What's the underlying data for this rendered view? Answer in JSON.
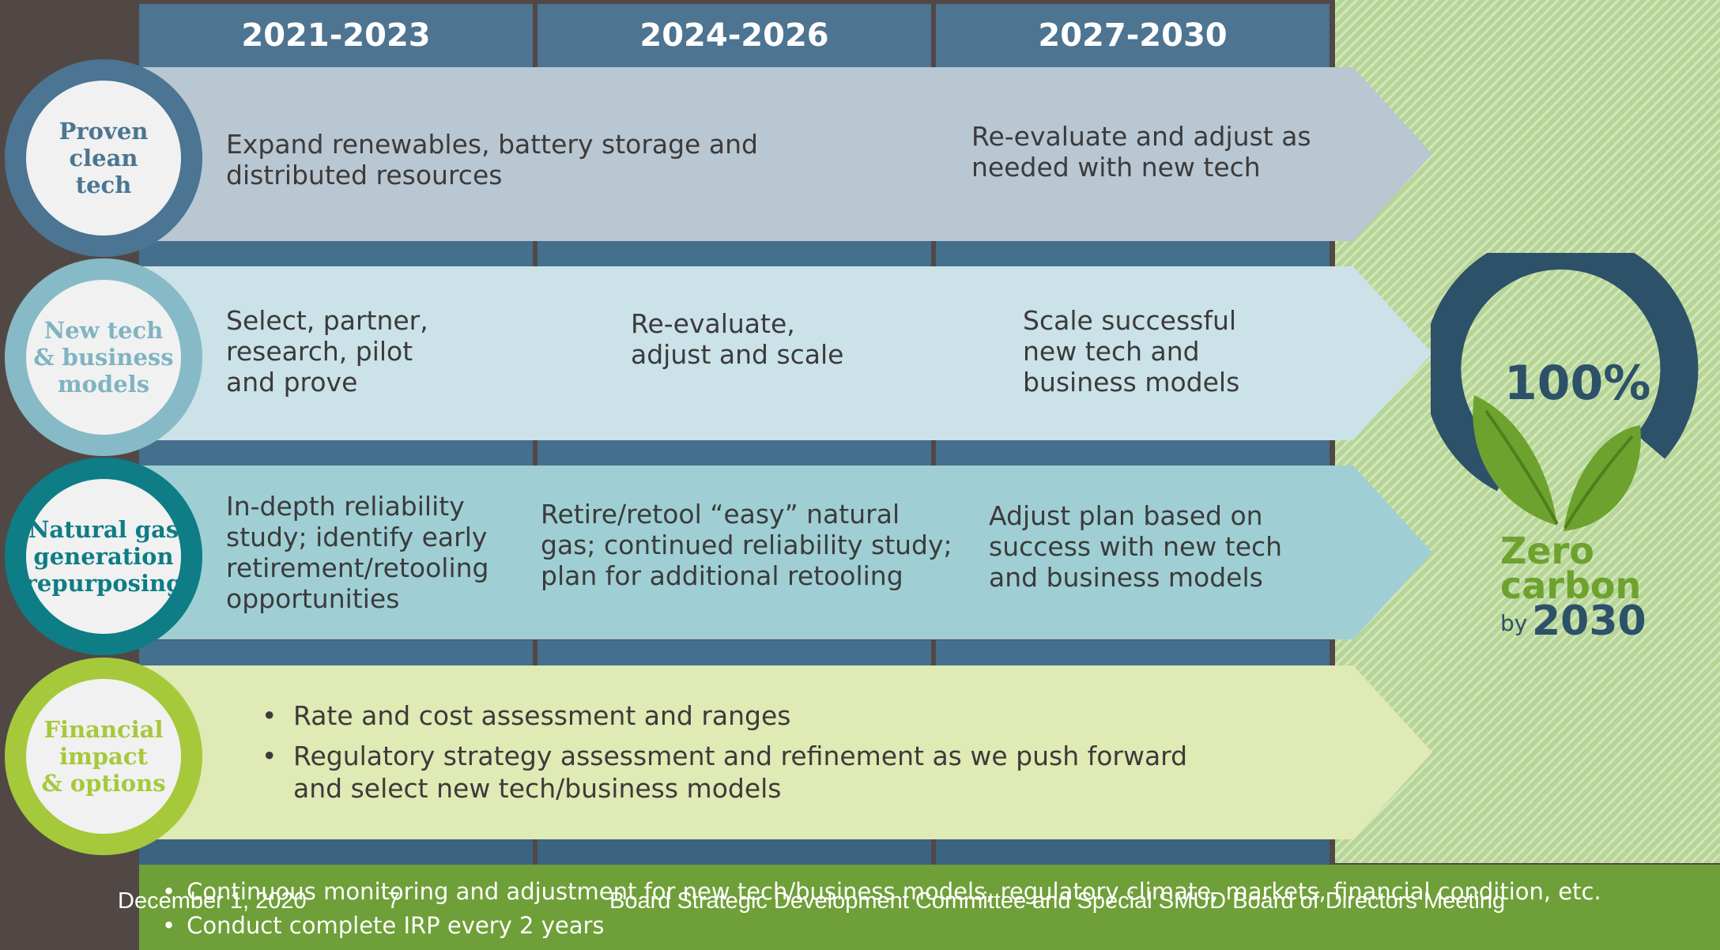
{
  "periods": [
    "2021-2023",
    "2024-2026",
    "2027-2030"
  ],
  "rows": {
    "proven": {
      "label": "Proven\nclean\ntech",
      "cells": [
        "Expand renewables, battery storage and\ndistributed resources",
        "Re-evaluate and adjust as\nneeded with new tech"
      ]
    },
    "newtech": {
      "label": "New tech\n& business\nmodels",
      "cells": [
        "Select, partner,\nresearch, pilot\nand prove",
        "Re-evaluate,\nadjust and scale",
        "Scale successful\nnew tech and\nbusiness models"
      ]
    },
    "natgas": {
      "label": "Natural gas\ngeneration\nrepurposing",
      "cells": [
        "In-depth reliability\nstudy; identify early\nretirement/retooling\nopportunities",
        "Retire/retool “easy” natural\ngas; continued reliability study;\nplan for additional retooling",
        "Adjust plan based on\nsuccess with new tech\nand business models"
      ]
    },
    "financial": {
      "label": "Financial\nimpact\n& options",
      "bullets": [
        "Rate and cost assessment and ranges",
        "Regulatory strategy assessment and refinement as we push forward\nand select new tech/business models"
      ]
    }
  },
  "zero_carbon": {
    "percent": "100%",
    "zero": "Zero",
    "carbon": "carbon",
    "by": "by",
    "year": "2030"
  },
  "footer": {
    "bullets": [
      "Continuous monitoring and adjustment for new tech/business models, regulatory climate, markets, financial condition, etc.",
      "Conduct complete IRP every 2 years"
    ],
    "date": "December 1, 2020",
    "page": "7",
    "meeting": "Board Strategic Development Committee and Special SMUD Board of Directors Meeting"
  },
  "colors": {
    "header": "#4d7491",
    "row_proven": "#b9c7d2",
    "row_newtech": "#cbe2e8",
    "row_natgas": "#9fcfd4",
    "row_financial": "#dfeab4",
    "ring_proven": "#4b7592",
    "ring_newtech": "#86bac6",
    "ring_natgas": "#0e7d85",
    "ring_financial": "#a5c93b",
    "footer_band": "#6f9f38",
    "logo_dark": "#2d5169",
    "logo_green": "#6ea22f"
  }
}
